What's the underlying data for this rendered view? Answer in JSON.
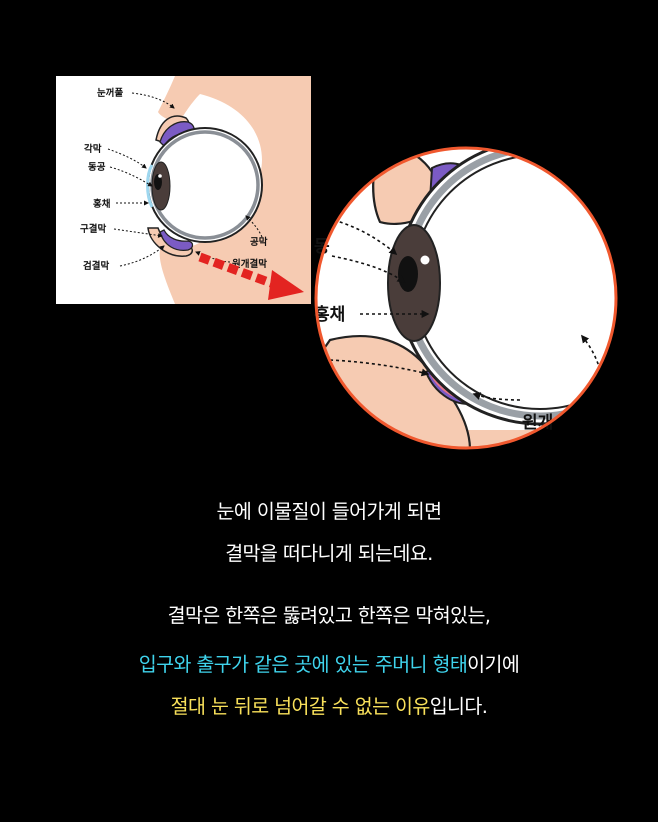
{
  "diagram": {
    "small_labels": {
      "eyelid": "눈꺼풀",
      "cornea": "각막",
      "pupil": "동공",
      "iris": "홍채",
      "fornix": "구결막",
      "palpebral": "검결막",
      "sclera": "공막",
      "bulbar": "원개결막"
    },
    "zoom_labels": {
      "pupil_partial": "동",
      "iris_partial": "홍채",
      "bulbar_partial": "원개"
    }
  },
  "text": {
    "p1_line1": "눈에 이물질이 들어가게 되면",
    "p1_line2": "결막을 떠다니게 되는데요.",
    "p2_line1": "결막은 한쪽은 뚫려있고 한쪽은 막혀있는,",
    "p2_line2_hl": "입구와 출구가 같은 곳에 있는 주머니 형태",
    "p2_line2_rest": "이기에",
    "p2_line3_hl1": "절대 눈 뒤로 넘어갈 수 없는 ",
    "p2_line3_hl2": "이유",
    "p2_line3_rest": "입니다."
  },
  "colors": {
    "background": "#000000",
    "skin": "#f6cbb2",
    "zoom_border": "#f0582e",
    "arrow": "#e32421",
    "highlight_cyan": "#3fd3ec",
    "highlight_yellow": "#f8e05a"
  }
}
